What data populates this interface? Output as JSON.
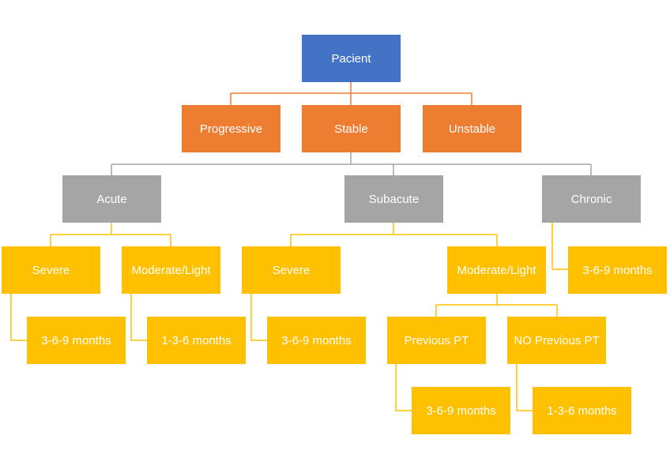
{
  "colors": {
    "root": "#4472C4",
    "level1": "#ED7D31",
    "level2": "#A5A5A5",
    "leaf": "#FFC000",
    "line_orange": "#ED7D31",
    "line_gray": "#A5A5A5",
    "line_yellow": "#FFC000"
  },
  "nodes": {
    "root": "Pacient",
    "progressive": "Progressive",
    "stable": "Stable",
    "unstable": "Unstable",
    "acute": "Acute",
    "subacute": "Subacute",
    "chronic": "Chronic",
    "acute_severe": "Severe",
    "acute_moderate": "Moderate/Light",
    "subacute_severe": "Severe",
    "subacute_moderate": "Moderate/Light",
    "chronic_duration": "3-6-9 months",
    "acute_severe_duration": "3-6-9 months",
    "acute_moderate_duration": "1-3-6 months",
    "subacute_severe_duration": "3-6-9 months",
    "previous_pt": "Previous PT",
    "no_previous_pt": "NO Previous PT",
    "previous_pt_duration": "3-6-9 months",
    "no_previous_pt_duration": "1-3-6 months"
  }
}
